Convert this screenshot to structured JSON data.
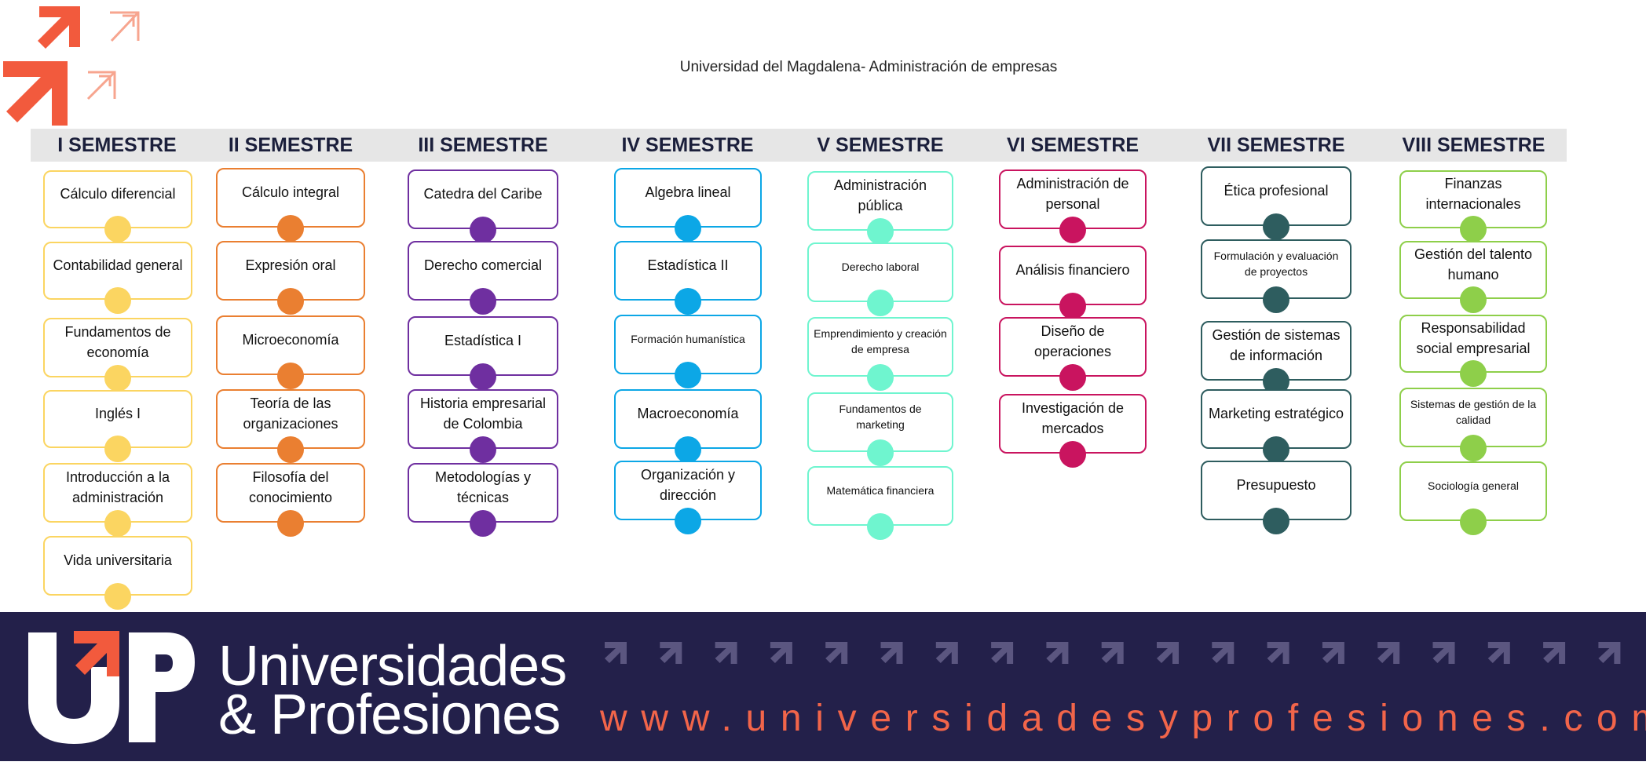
{
  "title": "Universidad del Magdalena- Administración de empresas",
  "colors": {
    "footer_bg": "#23204a",
    "accent": "#f2654a",
    "header_bar": "#e6e6e6"
  },
  "semesters": [
    {
      "name": "I SEMESTRE",
      "color": "#fbd561",
      "courses": [
        "Cálculo diferencial",
        "Contabilidad general",
        "Fundamentos de economía",
        "Inglés I",
        "Introducción a la administración",
        "Vida universitaria"
      ]
    },
    {
      "name": "II SEMESTRE",
      "color": "#ea7f31",
      "courses": [
        "Cálculo integral",
        "Expresión oral",
        "Microeconomía",
        "Teoría de las organizaciones",
        "Filosofía del conocimiento"
      ]
    },
    {
      "name": "III SEMESTRE",
      "color": "#6f2fa0",
      "courses": [
        "Catedra del Caribe",
        "Derecho comercial",
        "Estadística I",
        "Historia empresarial de Colombia",
        "Metodologías y técnicas"
      ]
    },
    {
      "name": "IV SEMESTRE",
      "color": "#0ca7e6",
      "courses": [
        "Algebra lineal",
        "Estadística II",
        "Formación humanística",
        "Macroeconomía",
        "Organización y dirección"
      ]
    },
    {
      "name": "V SEMESTRE",
      "color": "#6ff5cf",
      "courses": [
        "Administración pública",
        "Derecho laboral",
        "Emprendimiento y creación de empresa",
        "Fundamentos de marketing",
        "Matemática financiera"
      ]
    },
    {
      "name": "VI SEMESTRE",
      "color": "#c9145f",
      "courses": [
        "Administración de personal",
        "Análisis financiero",
        "Diseño de operaciones",
        "Investigación de mercados"
      ]
    },
    {
      "name": "VII SEMESTRE",
      "color": "#2e5d5f",
      "courses": [
        "Ética profesional",
        "Formulación y evaluación de proyectos",
        "Gestión de sistemas de información",
        "Marketing estratégico",
        "Presupuesto"
      ]
    },
    {
      "name": "VIII SEMESTRE",
      "color": "#8ecf4a",
      "courses": [
        "Finanzas internacionales",
        "Gestión del talento humano",
        "Responsabilidad social empresarial",
        "Sistemas de gestión de la calidad",
        "Sociología general"
      ]
    }
  ],
  "brand": {
    "line1": "Universidades",
    "line2": "& Profesiones",
    "website": "www.universidadesyprofesiones.com"
  },
  "icons": {
    "top_logo": "orange-arrows-logo",
    "footer_logo": "up-logo",
    "footer_arrows": "arrow-pattern"
  }
}
